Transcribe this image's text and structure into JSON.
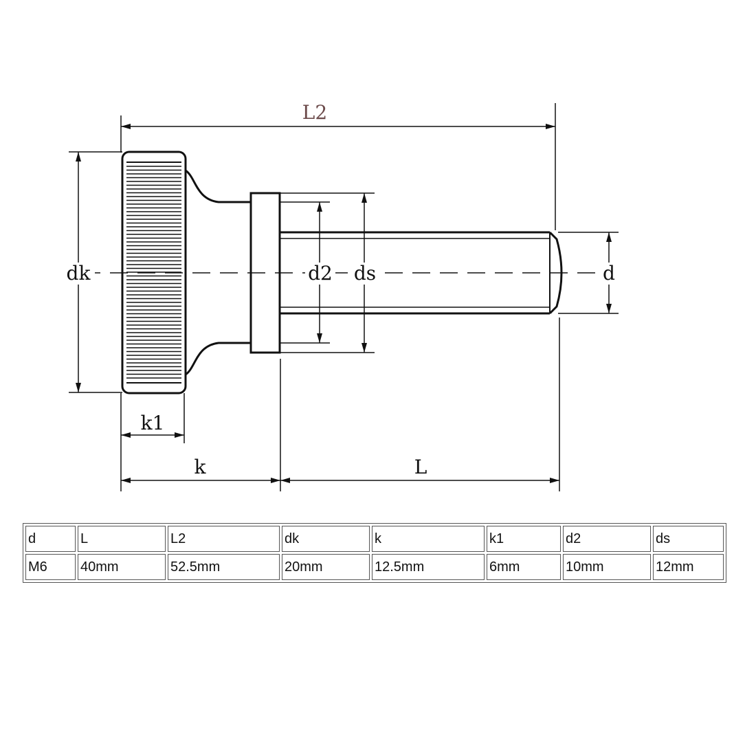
{
  "labels": {
    "L2": "L2",
    "dk": "dk",
    "d2": "d2",
    "ds": "ds",
    "d": "d",
    "k1": "k1",
    "k": "k",
    "L": "L"
  },
  "table": {
    "headers": [
      "d",
      "L",
      "L2",
      "dk",
      "k",
      "k1",
      "d2",
      "ds"
    ],
    "values": [
      "M6",
      "40mm",
      "52.5mm",
      "20mm",
      "12.5mm",
      "6mm",
      "10mm",
      "12mm"
    ]
  }
}
